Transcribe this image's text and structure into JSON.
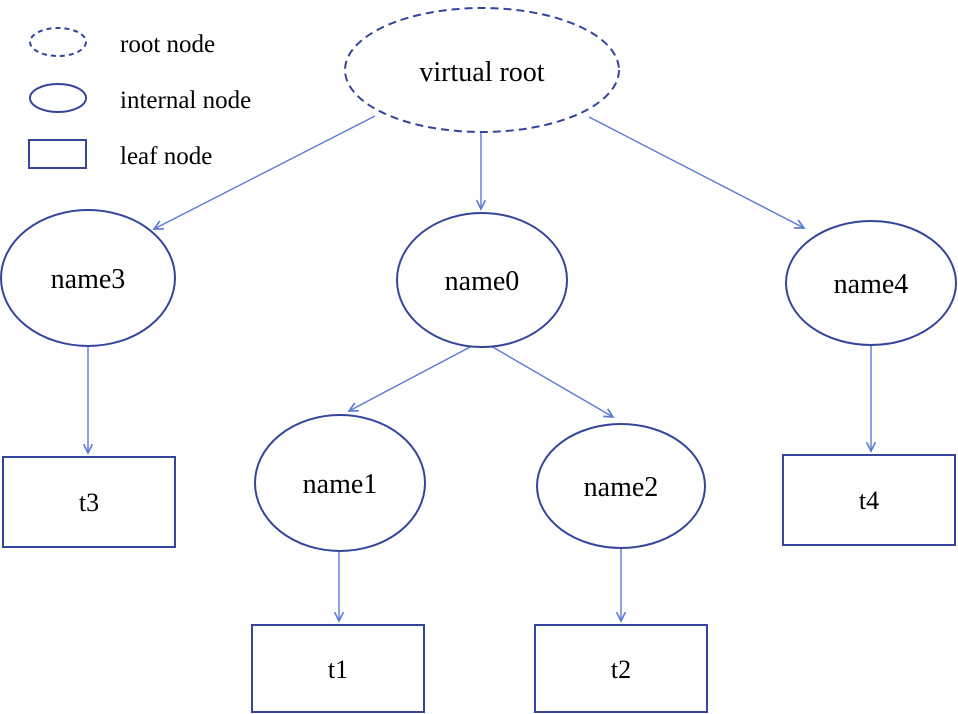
{
  "diagram": {
    "title": "",
    "colors": {
      "node_stroke": "#35459c",
      "edge": "#5b79d6",
      "text": "#000000",
      "background": "#ffffff"
    },
    "legend": {
      "items": [
        {
          "label": "root node",
          "shape": "dashed-ellipse"
        },
        {
          "label": "internal node",
          "shape": "ellipse"
        },
        {
          "label": "leaf node",
          "shape": "rectangle"
        }
      ]
    },
    "nodes": [
      {
        "id": "virtual-root",
        "label": "virtual root",
        "type": "root"
      },
      {
        "id": "name3",
        "label": "name3",
        "type": "internal"
      },
      {
        "id": "name0",
        "label": "name0",
        "type": "internal"
      },
      {
        "id": "name4",
        "label": "name4",
        "type": "internal"
      },
      {
        "id": "name1",
        "label": "name1",
        "type": "internal"
      },
      {
        "id": "name2",
        "label": "name2",
        "type": "internal"
      },
      {
        "id": "t3",
        "label": "t3",
        "type": "leaf"
      },
      {
        "id": "t1",
        "label": "t1",
        "type": "leaf"
      },
      {
        "id": "t2",
        "label": "t2",
        "type": "leaf"
      },
      {
        "id": "t4",
        "label": "t4",
        "type": "leaf"
      }
    ],
    "edges": [
      {
        "from": "virtual root",
        "to": "name3"
      },
      {
        "from": "virtual root",
        "to": "name0"
      },
      {
        "from": "virtual root",
        "to": "name4"
      },
      {
        "from": "name3",
        "to": "t3"
      },
      {
        "from": "name0",
        "to": "name1"
      },
      {
        "from": "name0",
        "to": "name2"
      },
      {
        "from": "name1",
        "to": "t1"
      },
      {
        "from": "name2",
        "to": "t2"
      },
      {
        "from": "name4",
        "to": "t4"
      }
    ]
  }
}
